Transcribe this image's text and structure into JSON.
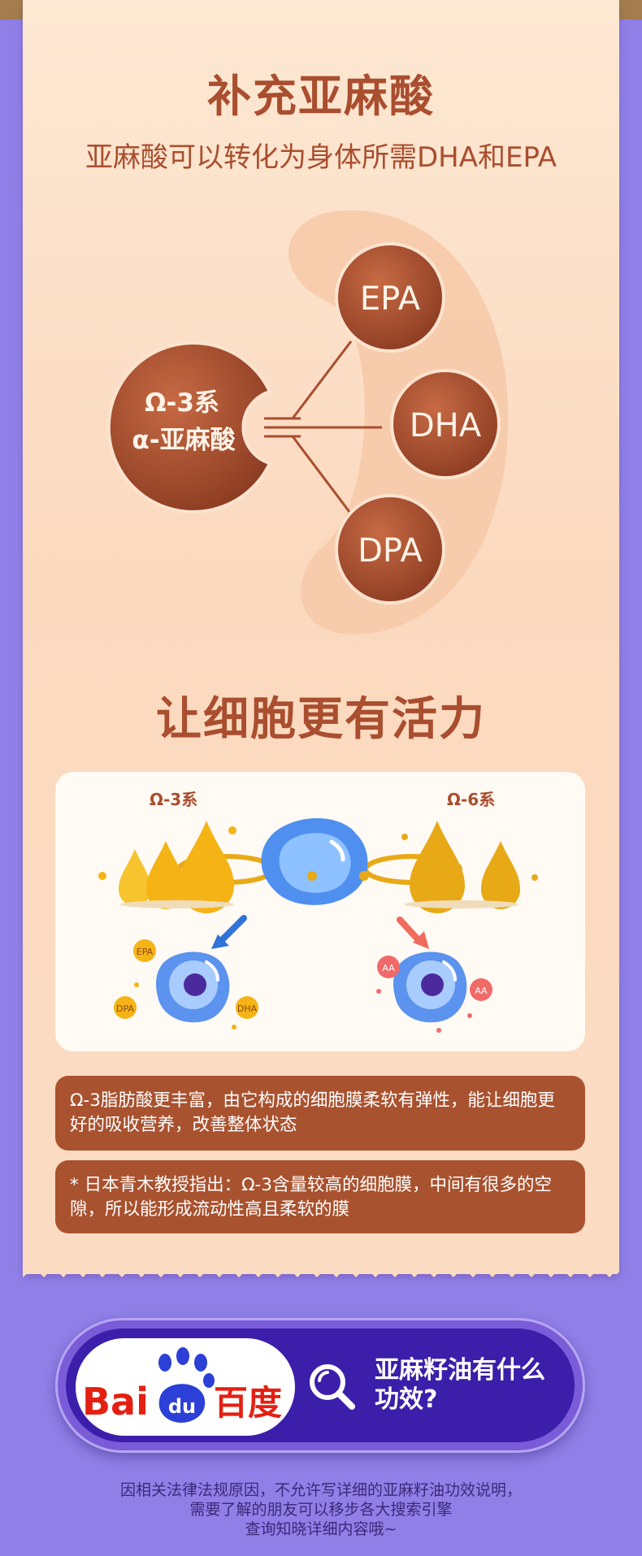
{
  "section1": {
    "title": "补充亚麻酸",
    "subtitle": "亚麻酸可以转化为身体所需DHA和EPA"
  },
  "diagram": {
    "source_line1": "Ω-3系",
    "source_line2": "α-亚麻酸",
    "products": [
      "EPA",
      "DHA",
      "DPA"
    ]
  },
  "section2": {
    "title": "让细胞更有活力"
  },
  "panel": {
    "left_label": "Ω-3系",
    "right_label": "Ω-6系",
    "left_tags": [
      "EPA",
      "DPA",
      "DHA"
    ],
    "right_tags": [
      "AA",
      "AA"
    ]
  },
  "info": {
    "text1": "Ω-3脂肪酸更丰富，由它构成的细胞膜柔软有弹性，能让细胞更好的吸收营养，改善整体状态",
    "text2": "* 日本青木教授指出：Ω-3含量较高的细胞膜，中间有很多的空隙，所以能形成流动性高且柔软的膜"
  },
  "search": {
    "logo_bai": "Bai",
    "logo_du": "du",
    "logo_cn": "百度",
    "query": "亚麻籽油有什么功效?"
  },
  "footer": {
    "line1": "因相关法律法规原因，不允许写详细的亚麻籽油功效说明，",
    "line2": "需要了解的朋友可以移步各大搜索引擎",
    "line3": "查询知晓详细内容哦~"
  },
  "colors": {
    "accent": "#a94e2f",
    "background": "#8f7fe6",
    "search_inner": "#3b1faa",
    "oil_yellow": "#f5b316",
    "cell_blue": "#4f8ff0"
  }
}
